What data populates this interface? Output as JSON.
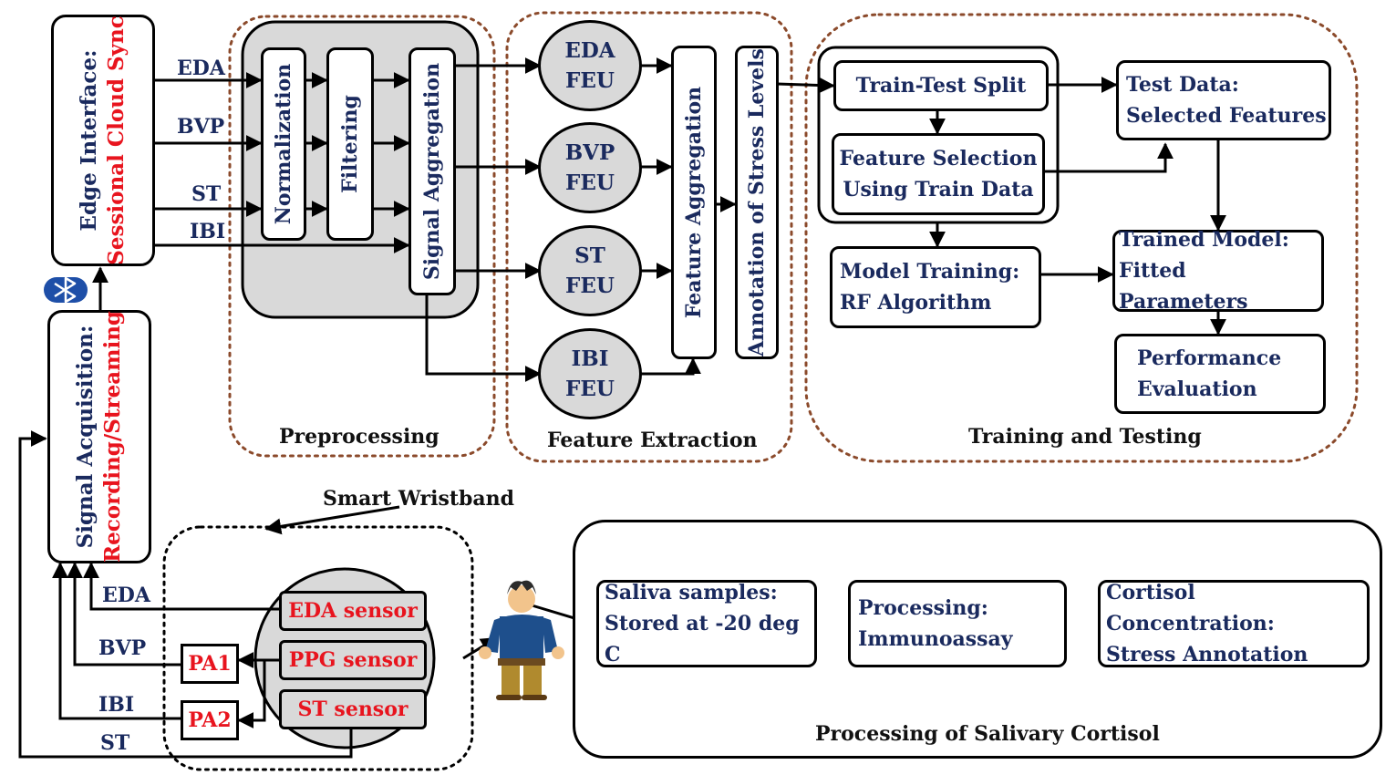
{
  "edge": {
    "line1": "Edge Interface:",
    "line2": "Sessional Cloud Sync"
  },
  "acq": {
    "line1": "Signal Acquisition:",
    "line2": "Recording/Streaming"
  },
  "signals": {
    "eda": "EDA",
    "bvp": "BVP",
    "st": "ST",
    "ibi": "IBI"
  },
  "pre": {
    "norm": "Normalization",
    "filt": "Filtering",
    "agg": "Signal Aggregation",
    "caption": "Preprocessing"
  },
  "feu": [
    {
      "name": "EDA",
      "unit": "FEU"
    },
    {
      "name": "BVP",
      "unit": "FEU"
    },
    {
      "name": "ST",
      "unit": "FEU"
    },
    {
      "name": "IBI",
      "unit": "FEU"
    }
  ],
  "fe": {
    "agg": "Feature Aggregation",
    "annot": "Annotation of Stress Levels",
    "caption": "Feature Extraction"
  },
  "tt": {
    "split": "Train-Test Split",
    "fs1": "Feature Selection",
    "fs2": "Using Train Data",
    "test1": "Test Data:",
    "test2": "Selected Features",
    "mt1": "Model Training:",
    "mt2": "RF Algorithm",
    "tm1": "Trained Model:",
    "tm2": "Fitted Parameters",
    "pe1": "Performance",
    "pe2": "Evaluation",
    "caption": "Training and Testing"
  },
  "wrist": {
    "caption": "Smart Wristband",
    "eda_sensor": "EDA sensor",
    "ppg_sensor": "PPG sensor",
    "st_sensor": "ST sensor",
    "pa1": "PA1",
    "pa2": "PA2"
  },
  "cortisol": {
    "s1a": "Saliva samples:",
    "s1b": "Stored at -20 deg C",
    "s2a": "Processing:",
    "s2b": "Immunoassay",
    "s3a": "Cortisol Concentration:",
    "s3b": "Stress Annotation",
    "caption": "Processing of Salivary Cortisol"
  },
  "colors": {
    "navy": "#1a2a5e",
    "red": "#e8141e",
    "gray": "#d9d9d9",
    "dotted": "#8b4a2b"
  },
  "icons": [
    "wifi-icon",
    "bluetooth-icon",
    "person-icon"
  ]
}
